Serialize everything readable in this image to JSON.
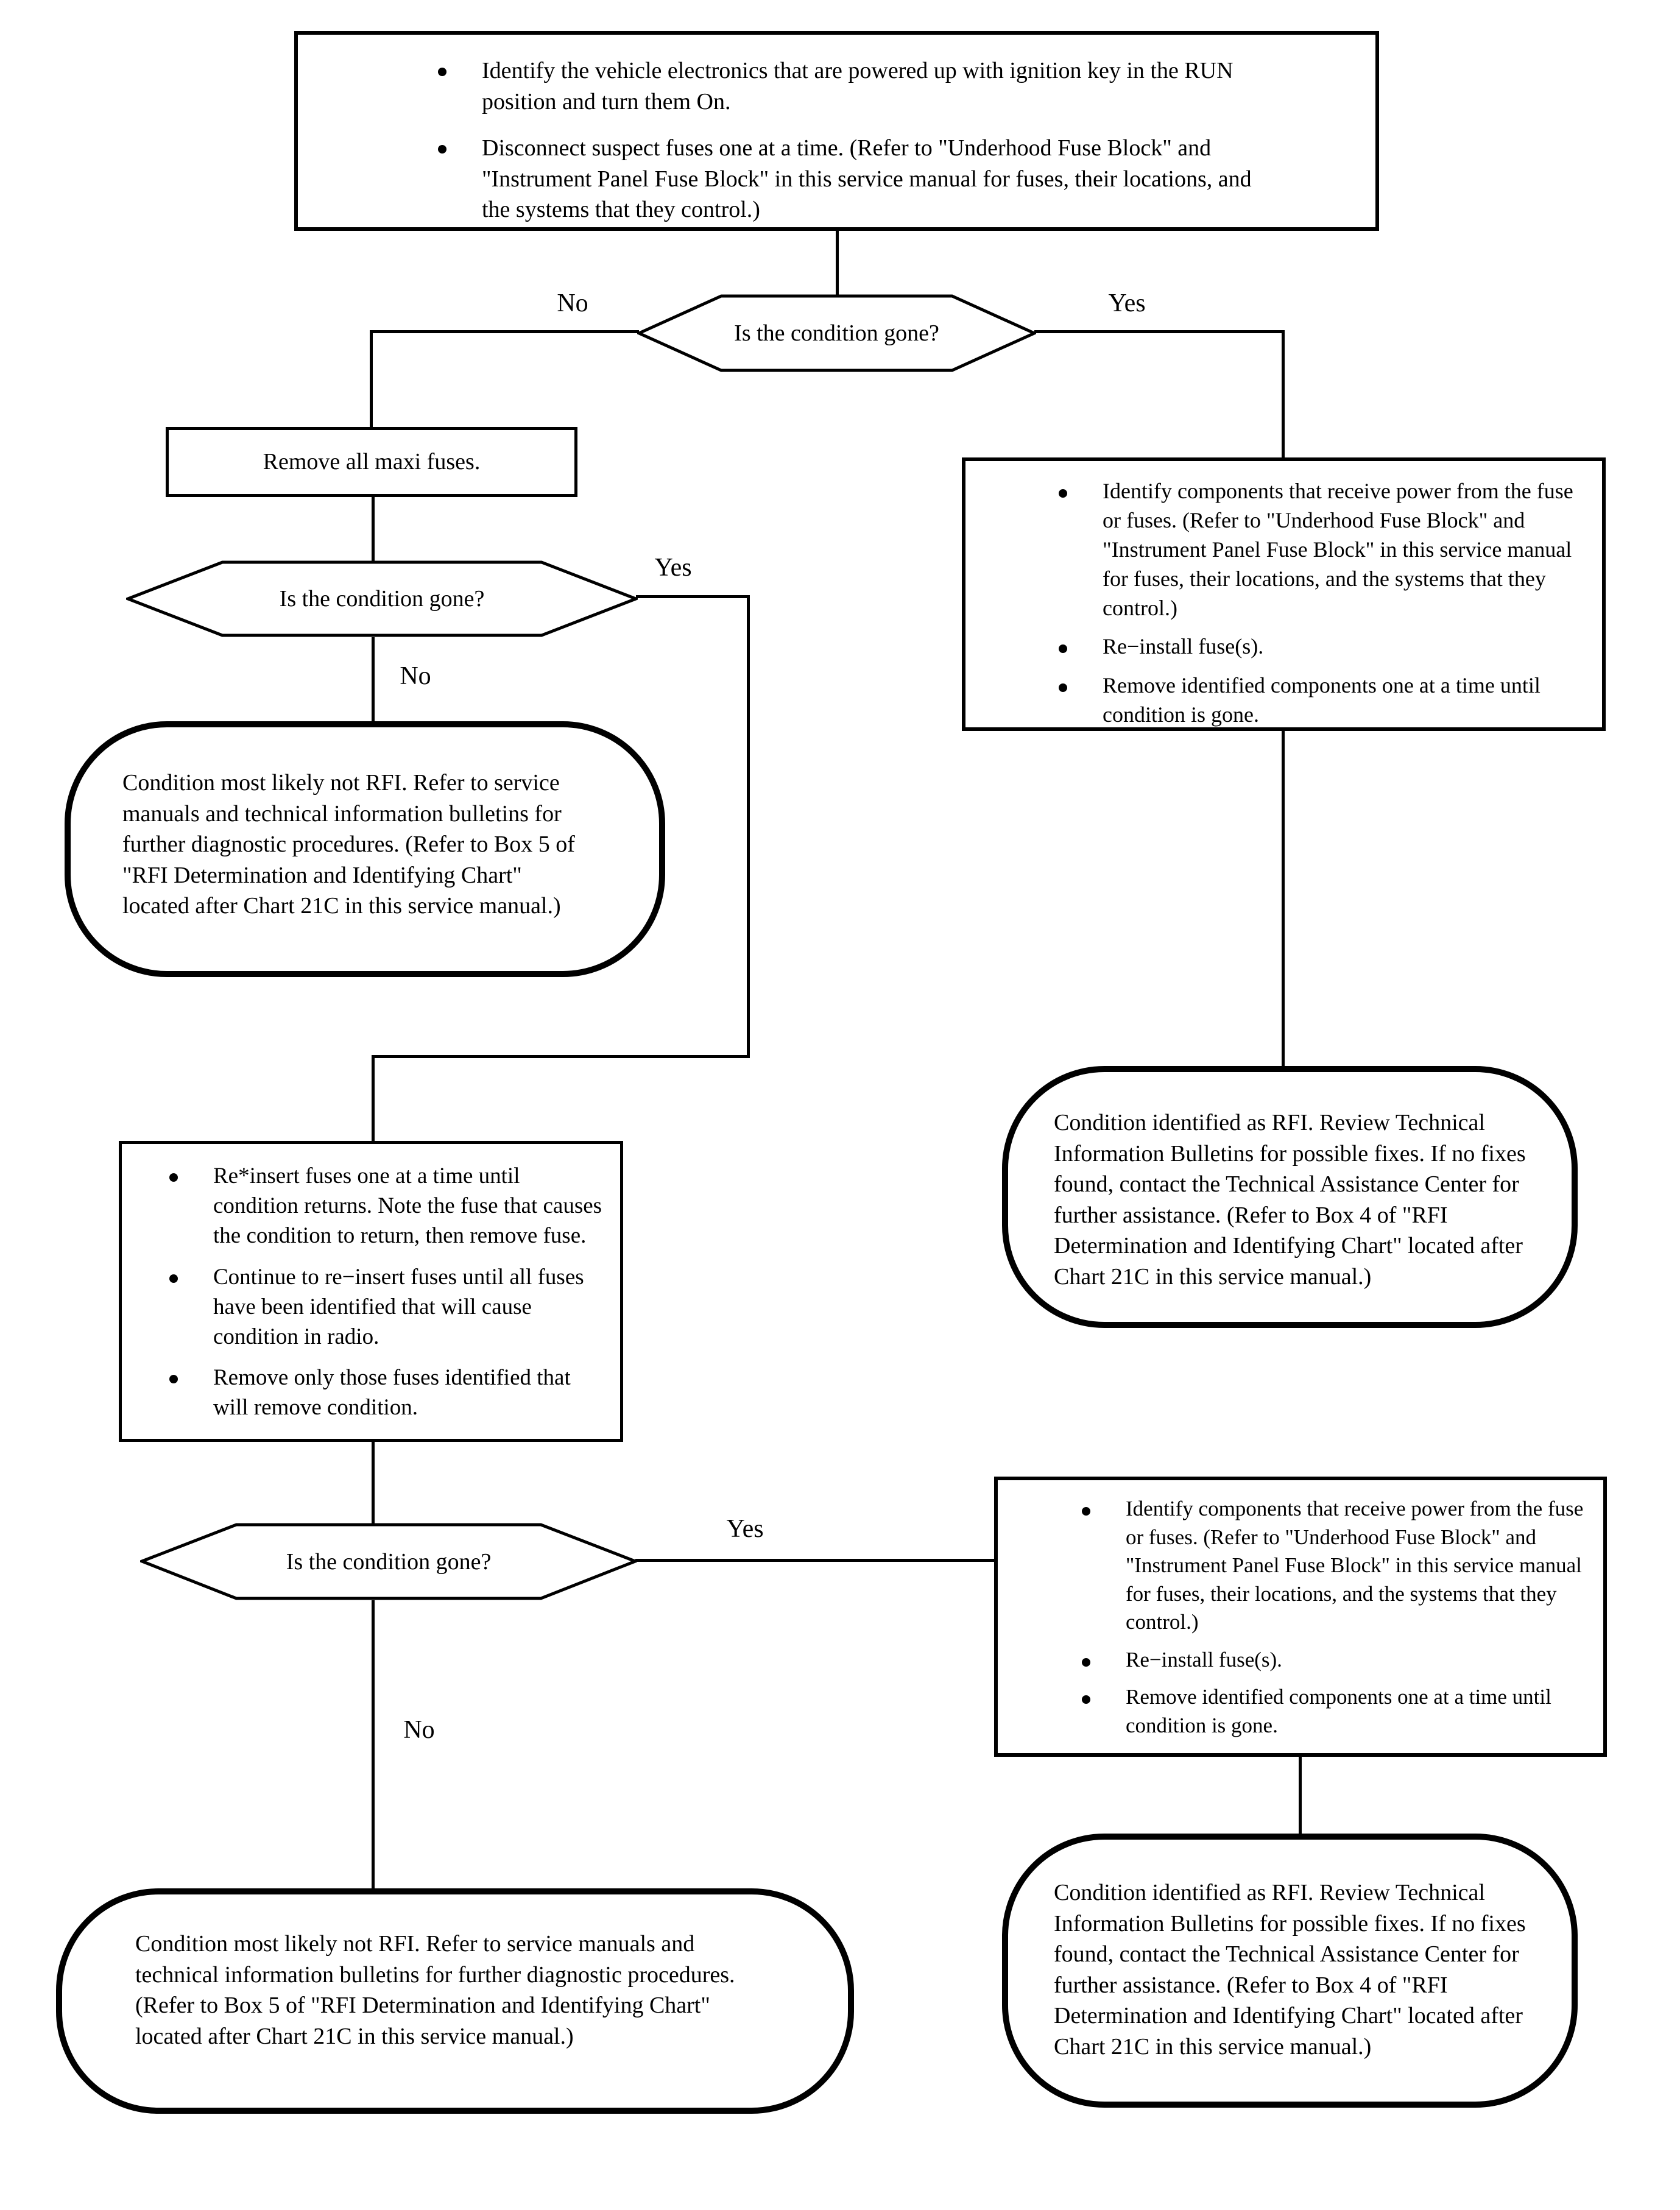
{
  "flowchart": {
    "colors": {
      "ink": "#000000",
      "paper": "#ffffff"
    },
    "top_box": {
      "bullets": [
        "Identify the vehicle electronics that are powered up with ignition key in the RUN position and turn them On.",
        "Disconnect suspect fuses one at a time. (Refer to \"Underhood Fuse Block\" and \"Instrument Panel Fuse Block\" in this service manual for fuses, their locations, and the systems that they control.)"
      ]
    },
    "decision_1": {
      "question": "Is the condition gone?",
      "no_label": "No",
      "yes_label": "Yes"
    },
    "remove_maxi_fuses_box": {
      "text": "Remove all maxi fuses."
    },
    "decision_2": {
      "question": "Is the condition gone?",
      "no_label": "No",
      "yes_label": "Yes"
    },
    "not_rfi_rounded_1": {
      "text": "Condition most likely not RFI. Refer to service manuals and technical information bulletins for further diagnostic procedures. (Refer to Box 5 of \"RFI Determination and Identifying Chart\" located after Chart 21C in this service manual.)"
    },
    "identify_components_box_1": {
      "bullets": [
        "Identify components that receive power from the fuse or fuses. (Refer to \"Underhood Fuse Block\" and \"Instrument Panel Fuse Block\" in this service manual for fuses, their locations, and the systems that they control.)",
        "Re−install fuse(s).",
        "Remove identified components one at a time until condition is gone."
      ]
    },
    "rfi_rounded_1": {
      "text": "Condition identified as RFI. Review Technical Information Bulletins for possible fixes. If no fixes found, contact the Technical Assistance Center for further assistance. (Refer to Box 4 of \"RFI Determination and Identifying Chart\" located after Chart 21C in this service manual.)"
    },
    "reinsert_fuses_box": {
      "bullets": [
        "Re*insert fuses one at a time until condition returns. Note the fuse that causes the condition to return, then remove fuse.",
        "Continue to re−insert fuses until all fuses have been identified that will cause condition in radio.",
        "Remove only those fuses identified that will remove condition."
      ]
    },
    "decision_3": {
      "question": "Is the condition gone?",
      "no_label": "No",
      "yes_label": "Yes"
    },
    "identify_components_box_2": {
      "bullets": [
        "Identify components that receive power from the fuse or fuses. (Refer to \"Underhood Fuse Block\" and \"Instrument Panel Fuse Block\" in this service manual for fuses, their locations, and the systems that they control.)",
        "Re−install fuse(s).",
        "Remove identified components one at a time until condition is gone."
      ]
    },
    "not_rfi_rounded_2": {
      "text": "Condition most likely not RFI. Refer to service manuals and technical information bulletins for further diagnostic procedures. (Refer to Box 5 of \"RFI Determination and Identifying Chart\" located after Chart 21C in this service manual.)"
    },
    "rfi_rounded_2": {
      "text": "Condition identified as RFI. Review Technical Information Bulletins for possible fixes. If no fixes found, contact the Technical Assistance Center for further assistance. (Refer to Box 4 of \"RFI Determination and Identifying Chart\" located after Chart 21C in this service manual.)"
    }
  }
}
